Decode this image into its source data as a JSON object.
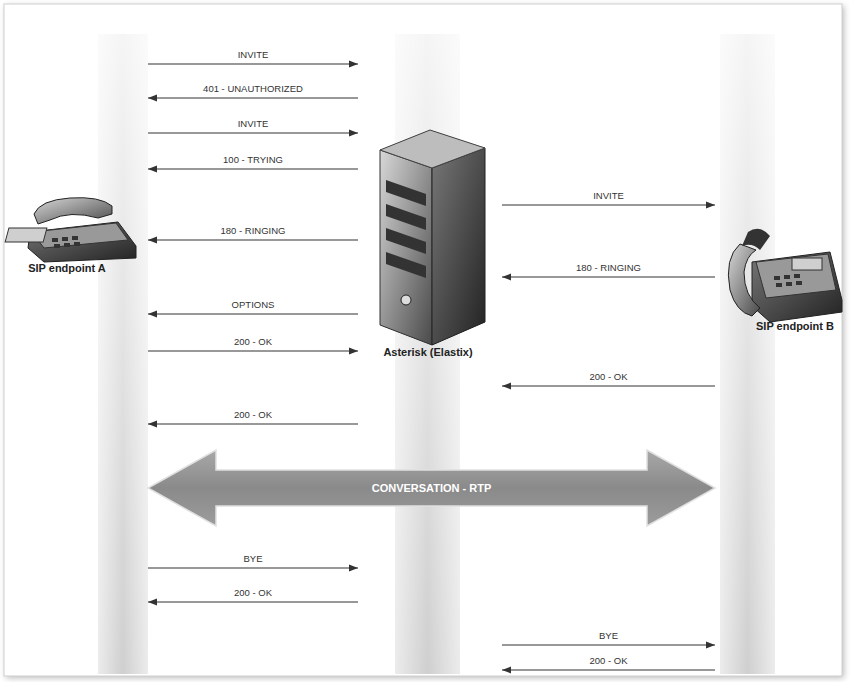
{
  "diagram": {
    "nodes": [
      {
        "text": [
          "SIP endpoint A"
        ]
      },
      {
        "text": [
          "Asterisk (Elastix)"
        ]
      },
      {
        "text": [
          "SIP endpoint B"
        ]
      }
    ],
    "edges": [
      {
        "from": 0,
        "to": 1,
        "arrow": "to",
        "label": "INVITE"
      },
      {
        "from": 1,
        "to": 0,
        "arrow": "to",
        "label": "401 - UNAUTHORIZED"
      },
      {
        "from": 0,
        "to": 1,
        "arrow": "to",
        "label": "INVITE"
      },
      {
        "from": 1,
        "to": 0,
        "arrow": "to",
        "label": "100 - TRYING"
      },
      {
        "from": 1,
        "to": 2,
        "arrow": "to",
        "label": "INVITE"
      },
      {
        "from": 1,
        "to": 0,
        "arrow": "to",
        "label": "180 - RINGING"
      },
      {
        "from": 2,
        "to": 1,
        "arrow": "to",
        "label": "180 - RINGING"
      },
      {
        "from": 1,
        "to": 0,
        "arrow": "to",
        "label": "OPTIONS"
      },
      {
        "from": 0,
        "to": 1,
        "arrow": "to",
        "label": "200 - OK"
      },
      {
        "from": 2,
        "to": 1,
        "arrow": "to",
        "label": "200 - OK"
      },
      {
        "from": 1,
        "to": 0,
        "arrow": "to",
        "label": "200 - OK"
      },
      {
        "from": 0,
        "to": 2,
        "arrow": "both",
        "label": "CONVERSATION - RTP"
      },
      {
        "from": 0,
        "to": 1,
        "arrow": "to",
        "label": "BYE"
      },
      {
        "from": 1,
        "to": 0,
        "arrow": "to",
        "label": "200 - OK"
      },
      {
        "from": 1,
        "to": 2,
        "arrow": "to",
        "label": "BYE"
      },
      {
        "from": 2,
        "to": 1,
        "arrow": "to",
        "label": "200 - OK"
      }
    ]
  }
}
